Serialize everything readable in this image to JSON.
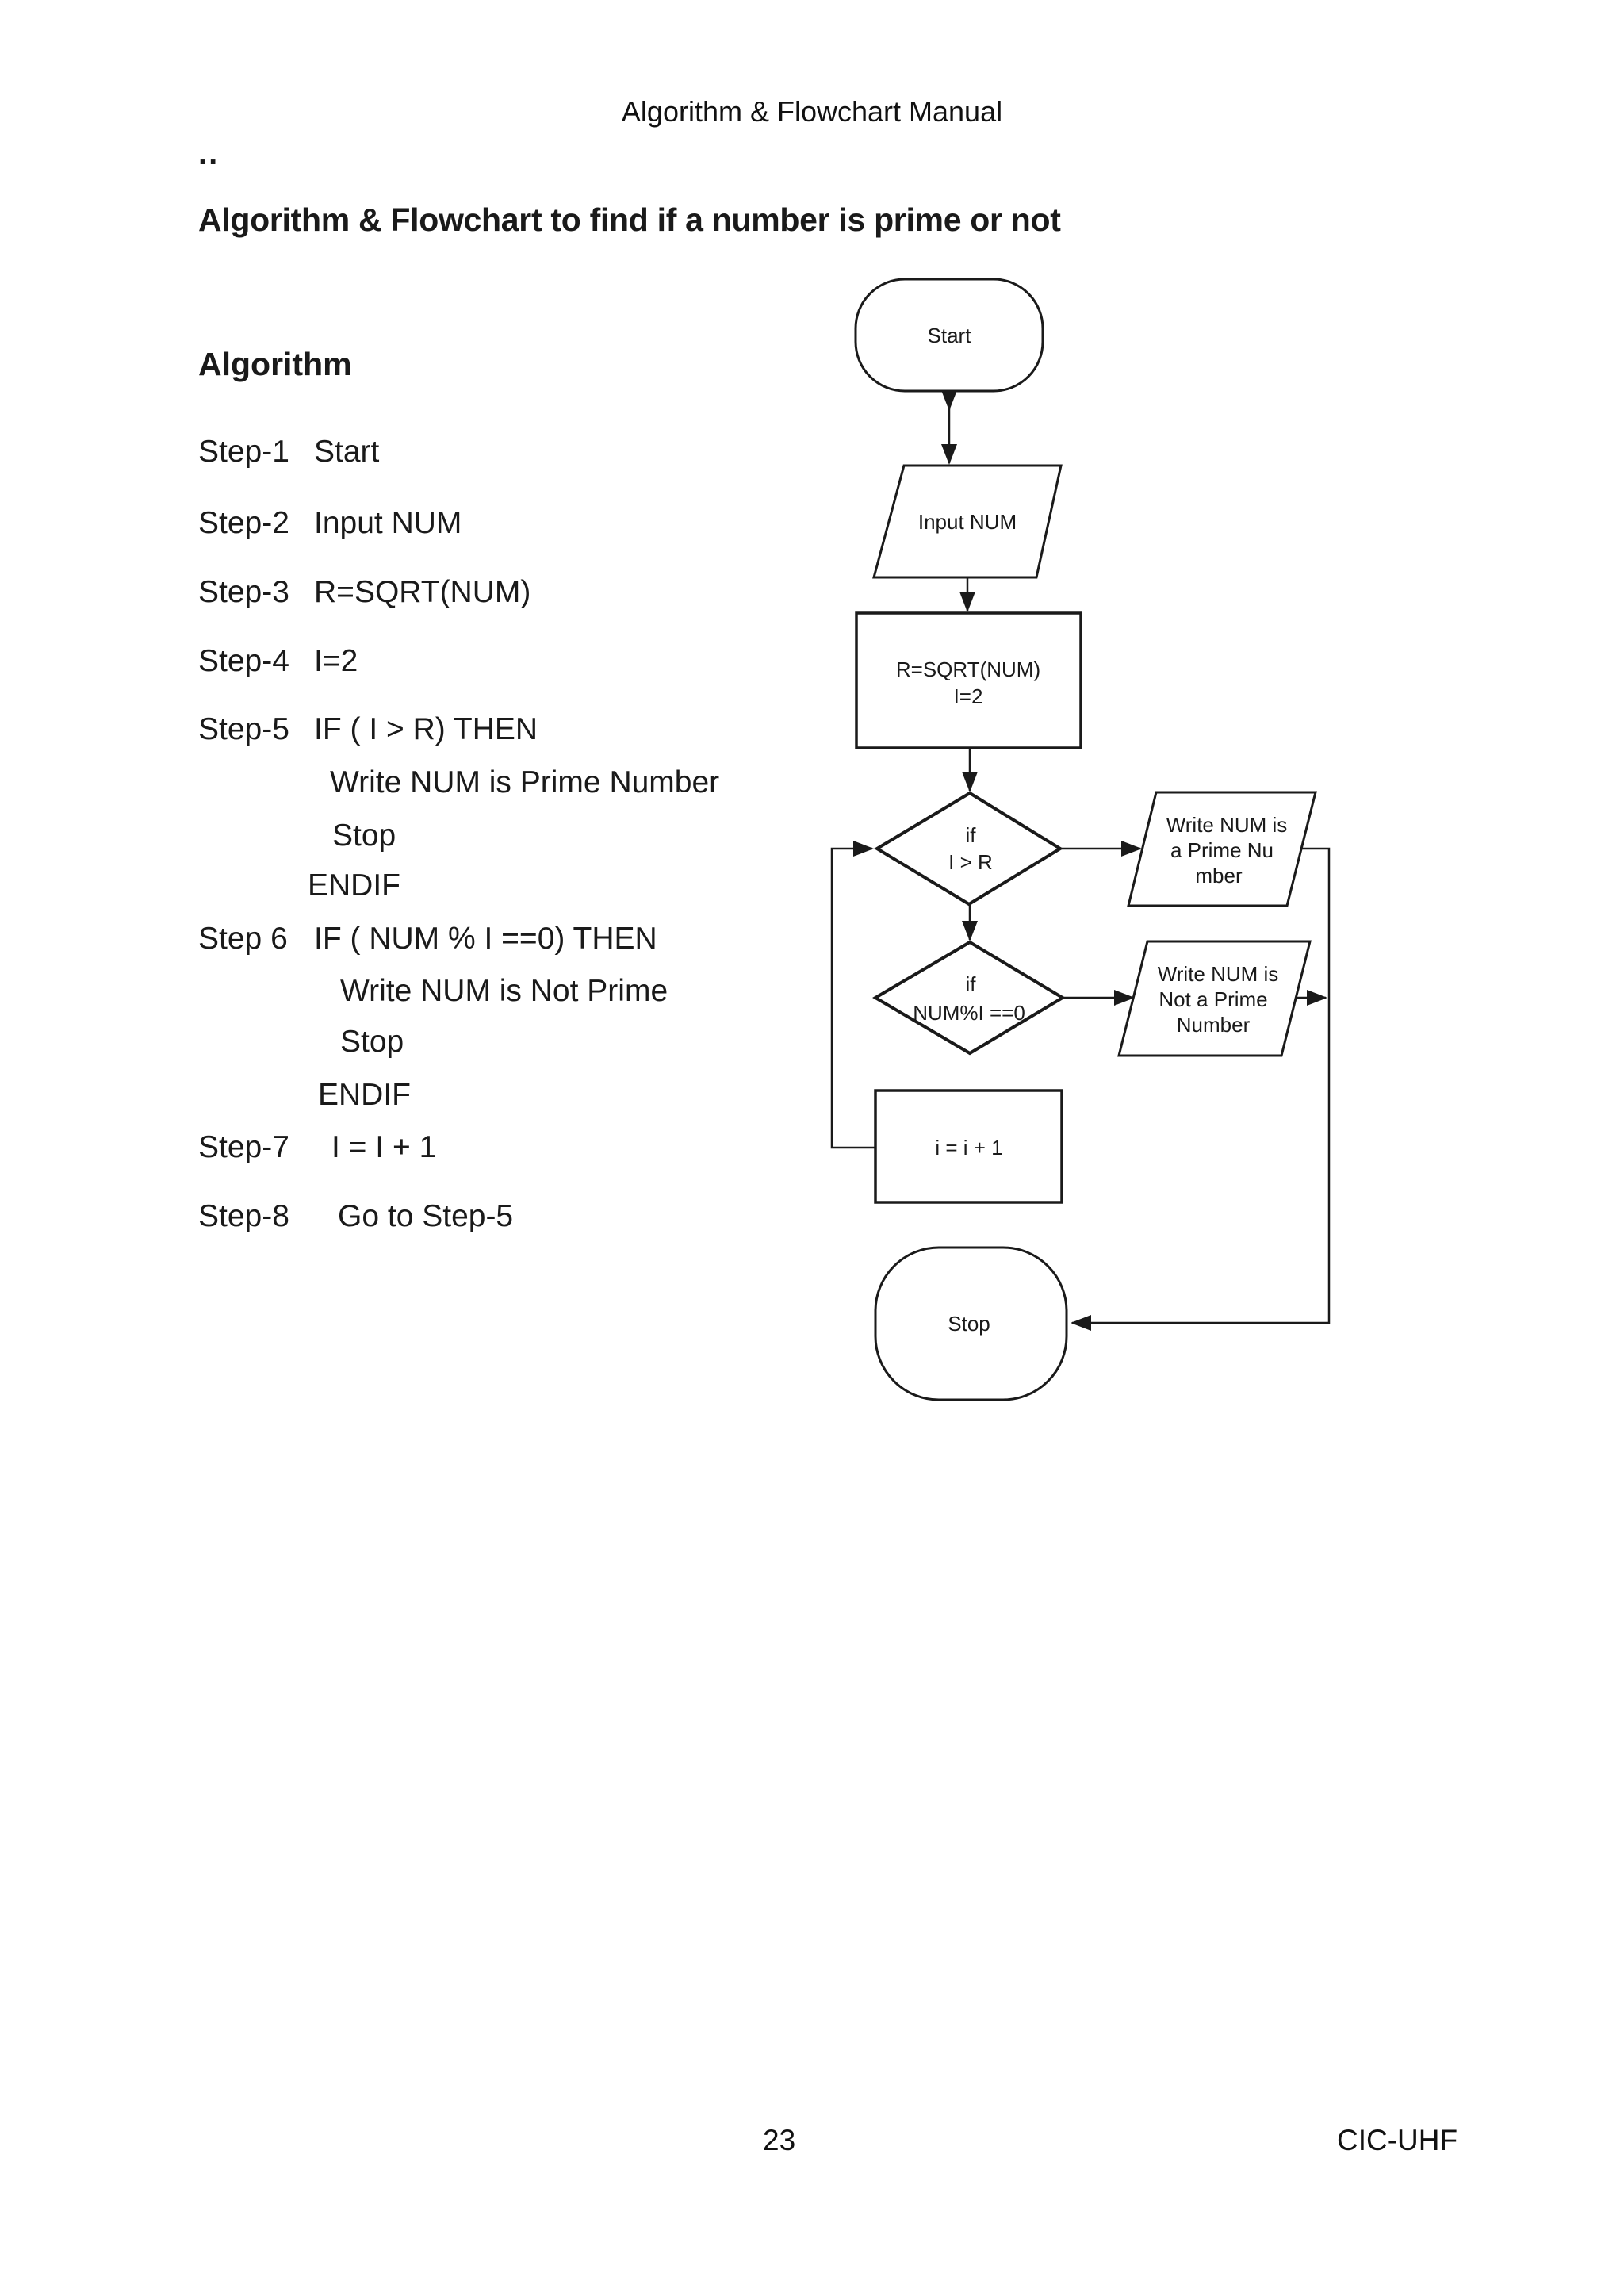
{
  "page": {
    "header": "Algorithm & Flowchart Manual",
    "ellipsis": "..",
    "title": "Algorithm & Flowchart to find if a number is prime or not",
    "footer": {
      "page_number": "23",
      "org": "CIC-UHF"
    }
  },
  "algorithm": {
    "heading": "Algorithm",
    "steps": [
      {
        "label": "Step-1",
        "text": "Start"
      },
      {
        "label": "Step-2",
        "text": "Input NUM"
      },
      {
        "label": "Step-3",
        "text": "R=SQRT(NUM)"
      },
      {
        "label": "Step-4",
        "text": "I=2"
      },
      {
        "label": "Step-5",
        "text": "IF ( I > R) THEN"
      },
      {
        "label": "",
        "text": "Write NUM is Prime Number"
      },
      {
        "label": "",
        "text": "Stop"
      },
      {
        "label": "",
        "text": "ENDIF"
      },
      {
        "label": "Step 6",
        "text": "IF ( NUM % I ==0) THEN"
      },
      {
        "label": "",
        "text": "Write NUM is Not Prime"
      },
      {
        "label": "",
        "text": "Stop"
      },
      {
        "label": "",
        "text": "ENDIF"
      },
      {
        "label": "Step-7",
        "text": "I = I + 1"
      },
      {
        "label": "Step-8",
        "text": "Go to Step-5"
      }
    ]
  },
  "flowchart": {
    "start": "Start",
    "input": "Input NUM",
    "process1": {
      "line1": "R=SQRT(NUM)",
      "line2": "I=2"
    },
    "decision1": {
      "line1": "if",
      "line2": "I > R"
    },
    "output_prime": {
      "line1": "Write NUM is",
      "line2": "a Prime Nu",
      "line3": "mber"
    },
    "decision2": {
      "line1": "if",
      "line2": "NUM%I ==0"
    },
    "output_not_prime": {
      "line1": "Write NUM is",
      "line2": "Not a Prime",
      "line3": "Number"
    },
    "process2": "i = i + 1",
    "stop": "Stop"
  },
  "colors": {
    "ink": "#1a1a1a",
    "background": "#ffffff"
  }
}
